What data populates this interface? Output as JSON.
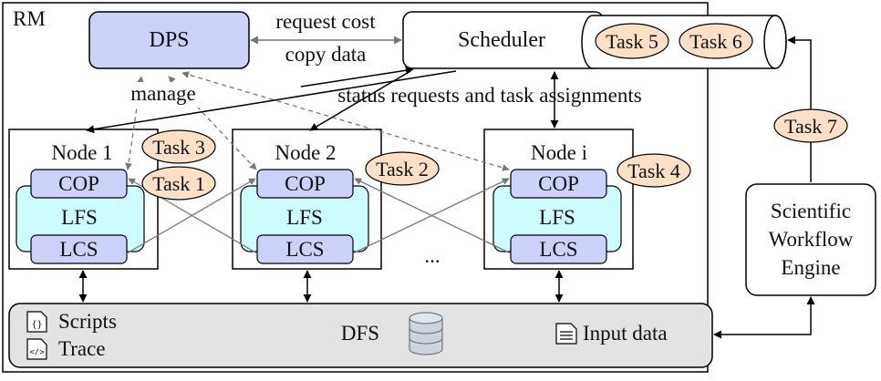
{
  "labels": {
    "rm": "RM",
    "dps": "DPS",
    "scheduler": "Scheduler",
    "request_cost": "request cost",
    "copy_data": "copy data",
    "manage": "manage",
    "status_requests": "status requests and task assignments",
    "ellipsis": "...",
    "dfs": "DFS",
    "scripts": "Scripts",
    "trace": "Trace",
    "input_data": "Input data",
    "swe_line1": "Scientific",
    "swe_line2": "Workflow",
    "swe_line3": "Engine"
  },
  "nodes": [
    {
      "title": "Node 1",
      "cop": "COP",
      "lfs": "LFS",
      "lcs": "LCS"
    },
    {
      "title": "Node 2",
      "cop": "COP",
      "lfs": "LFS",
      "lcs": "LCS"
    },
    {
      "title": "Node i",
      "cop": "COP",
      "lfs": "LFS",
      "lcs": "LCS"
    }
  ],
  "tasks": {
    "task1": "Task 1",
    "task2": "Task 2",
    "task3": "Task 3",
    "task4": "Task 4",
    "task5": "Task 5",
    "task6": "Task 6",
    "task7": "Task 7"
  },
  "colors": {
    "blue_box": "#ccd2fa",
    "cyan_box": "#ccfcfc",
    "task_fill": "#fde0c6",
    "dfs_fill": "#e3e3e3"
  }
}
